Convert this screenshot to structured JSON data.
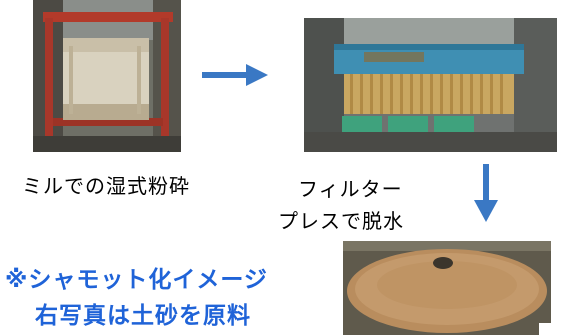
{
  "steps": {
    "mill_caption": "ミルでの湿式粉砕",
    "press_caption_line1": "フィルター",
    "press_caption_line2": "プレスで脱水"
  },
  "note": {
    "line1": "※シャモット化イメージ",
    "line2": "右写真は土砂を原料"
  },
  "colors": {
    "arrow": "#3a78c4",
    "note_text": "#1f63d8",
    "caption_text": "#000000"
  },
  "icons": {
    "flow_right": "arrow-right-icon",
    "flow_down": "arrow-down-icon"
  }
}
